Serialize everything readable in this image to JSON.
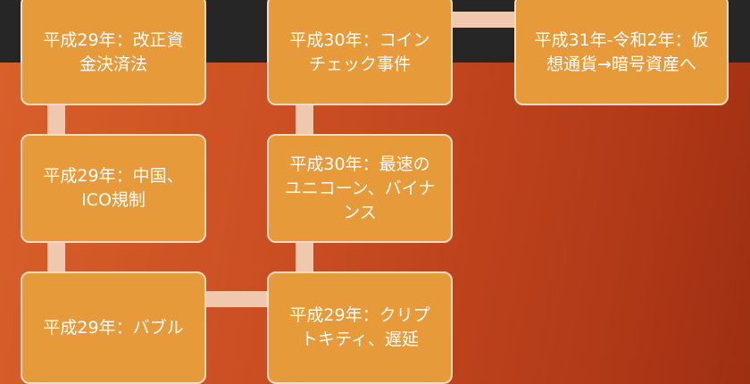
{
  "diagram": {
    "nodes": [
      {
        "id": "n1",
        "text": "平成29年：改正資金決済法"
      },
      {
        "id": "n2",
        "text": "平成29年：中国、ICO規制"
      },
      {
        "id": "n3",
        "text": "平成29年：バブル"
      },
      {
        "id": "n4",
        "text": "平成29年：クリプトキティ、遅延"
      },
      {
        "id": "n5",
        "text": "平成30年：最速のユニコーン、バイナンス"
      },
      {
        "id": "n6",
        "text": "平成30年：コインチェック事件"
      },
      {
        "id": "n7",
        "text": "平成31年-令和2年：仮想通貨→暗号資産へ"
      }
    ],
    "edges": [
      {
        "from": "n1",
        "to": "n2"
      },
      {
        "from": "n2",
        "to": "n3"
      },
      {
        "from": "n3",
        "to": "n4"
      },
      {
        "from": "n4",
        "to": "n5"
      },
      {
        "from": "n5",
        "to": "n6"
      },
      {
        "from": "n6",
        "to": "n7"
      }
    ]
  },
  "colors": {
    "node_fill": "#e79a3a",
    "node_border": "#f4dcc4",
    "connector": "#f0c8ae",
    "header_band": "#262626",
    "background": "#c44a20"
  }
}
